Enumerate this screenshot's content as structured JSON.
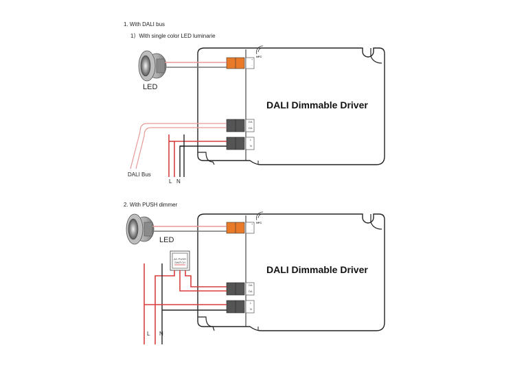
{
  "section1": {
    "heading": "1. With DALI bus",
    "subheading": "1）With single color LED luminarie",
    "led_label": "LED",
    "driver_title": "DALI Dimmable Driver",
    "bus_label": "DALI Bus",
    "l_label": "L",
    "n_label": "N",
    "terminals": {
      "out_plus": "+",
      "out_minus": "-",
      "da1": "DA",
      "da2": "DA",
      "l": "L",
      "n": "N"
    },
    "nfc_label": "NFC"
  },
  "section2": {
    "heading": "2. With PUSH dimmer",
    "led_label": "LED",
    "driver_title": "DALI Dimmable Driver",
    "switch_label": "AC PUSH SWITCH",
    "l_label": "L",
    "n_label": "N",
    "terminals": {
      "out_plus": "+",
      "out_minus": "-",
      "da1": "DA",
      "da2": "DA",
      "l": "L",
      "n": "N"
    },
    "nfc_label": "NFC"
  },
  "colors": {
    "wire_red": "#d93d3d",
    "wire_pink": "#e89999",
    "wire_dark": "#222222",
    "terminal_orange": "#e87a2a",
    "terminal_dark": "#555555"
  }
}
